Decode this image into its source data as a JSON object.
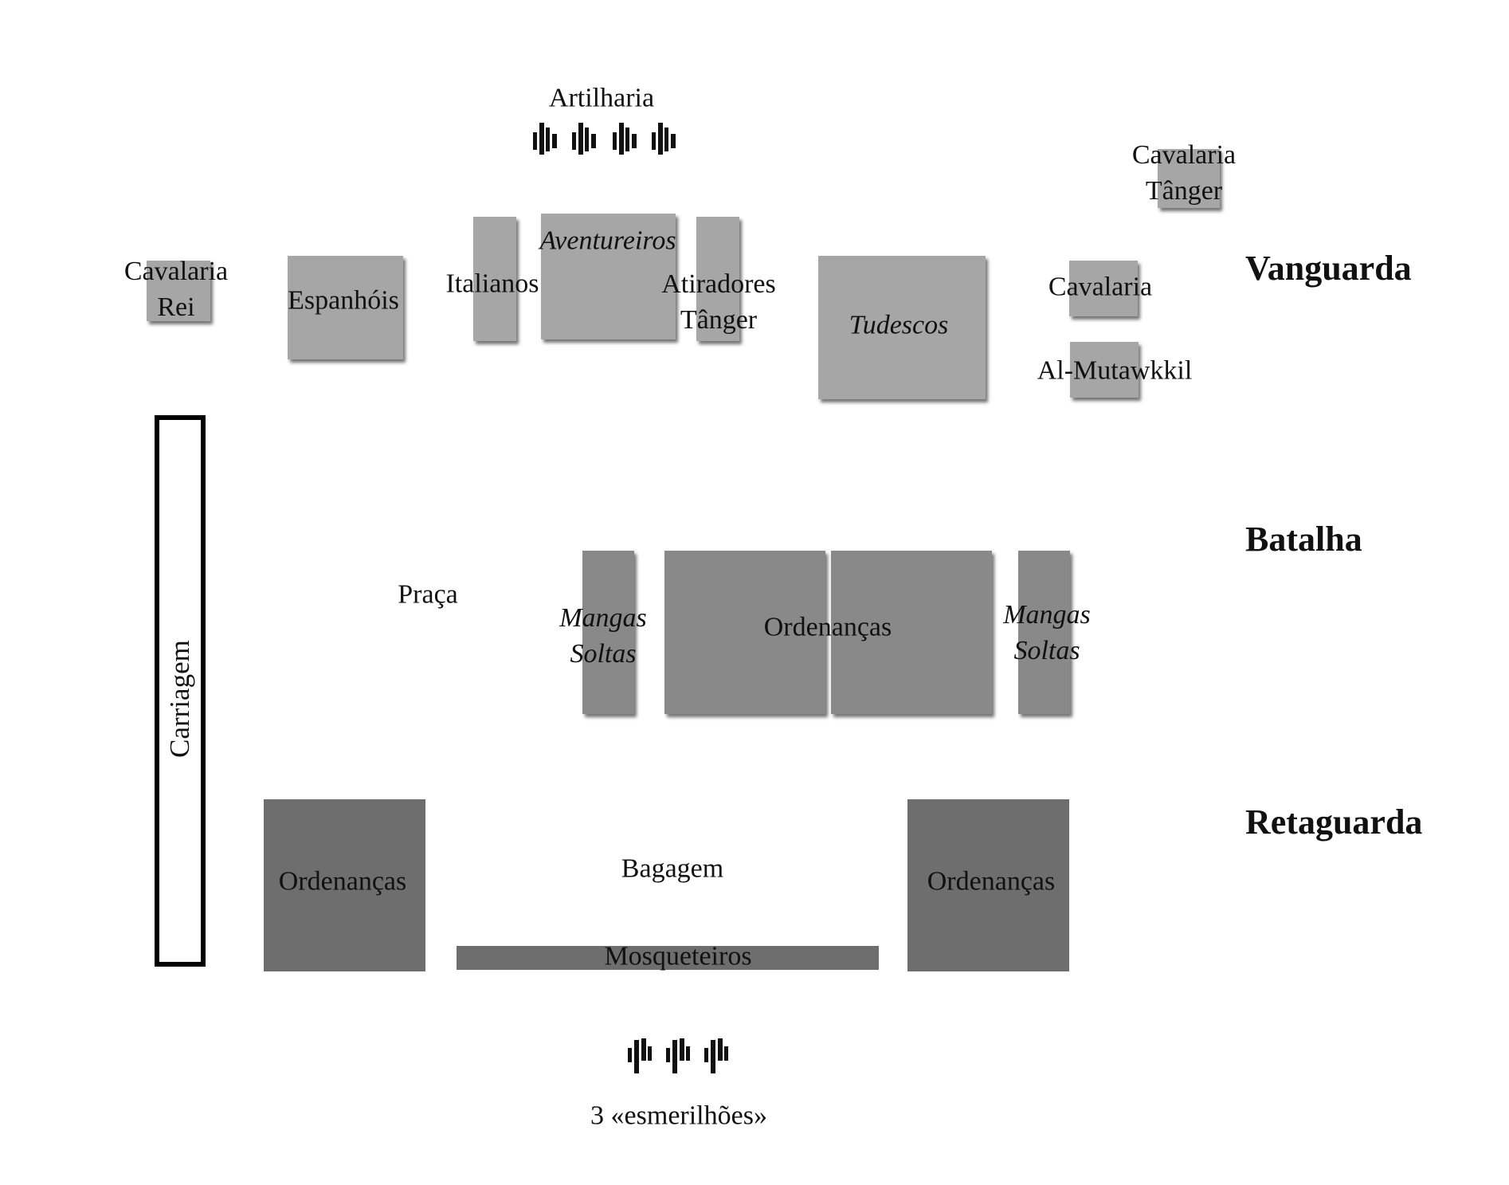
{
  "colors": {
    "vanguard_unit": "#a6a6a6",
    "battle_unit": "#898989",
    "rearguard_unit": "#6e6e6e",
    "carriage_border": "#000000"
  },
  "sections": {
    "vanguarda": "Vanguarda",
    "batalha": "Batalha",
    "retaguarda": "Retaguarda"
  },
  "artillery": {
    "label": "Artilharia",
    "icon": "cannon-icon",
    "count": 4
  },
  "esmerilhoes": {
    "label": "3 «esmerilhões»",
    "icon": "swivel-gun-icon",
    "count": 3
  },
  "vanguard_units": {
    "cavalaria_rei": {
      "line1": "Cavalaria",
      "line2": "Rei"
    },
    "espanhois": "Espanhóis",
    "italianos": "Italianos",
    "aventureiros": "Aventureiros",
    "atiradores_tanger": {
      "line1": "Atiradores",
      "line2": "Tânger"
    },
    "tudescos": "Tudescos",
    "cavalaria_tanger": {
      "line1": "Cavalaria",
      "line2": "Tânger"
    },
    "cavalaria": "Cavalaria",
    "al_mutawakkil": "Al-Mutawkkil"
  },
  "battle_units": {
    "praca": "Praça",
    "mangas_soltas_left": {
      "line1": "Mangas",
      "line2": "Soltas"
    },
    "ordenancas": "Ordenanças",
    "mangas_soltas_right": {
      "line1": "Mangas",
      "line2": "Soltas"
    }
  },
  "rear_units": {
    "ordenancas_left": "Ordenanças",
    "bagagem": "Bagagem",
    "mosqueteiros": "Mosqueteiros",
    "ordenancas_right": "Ordenanças"
  },
  "carriagem": "Carriagem"
}
